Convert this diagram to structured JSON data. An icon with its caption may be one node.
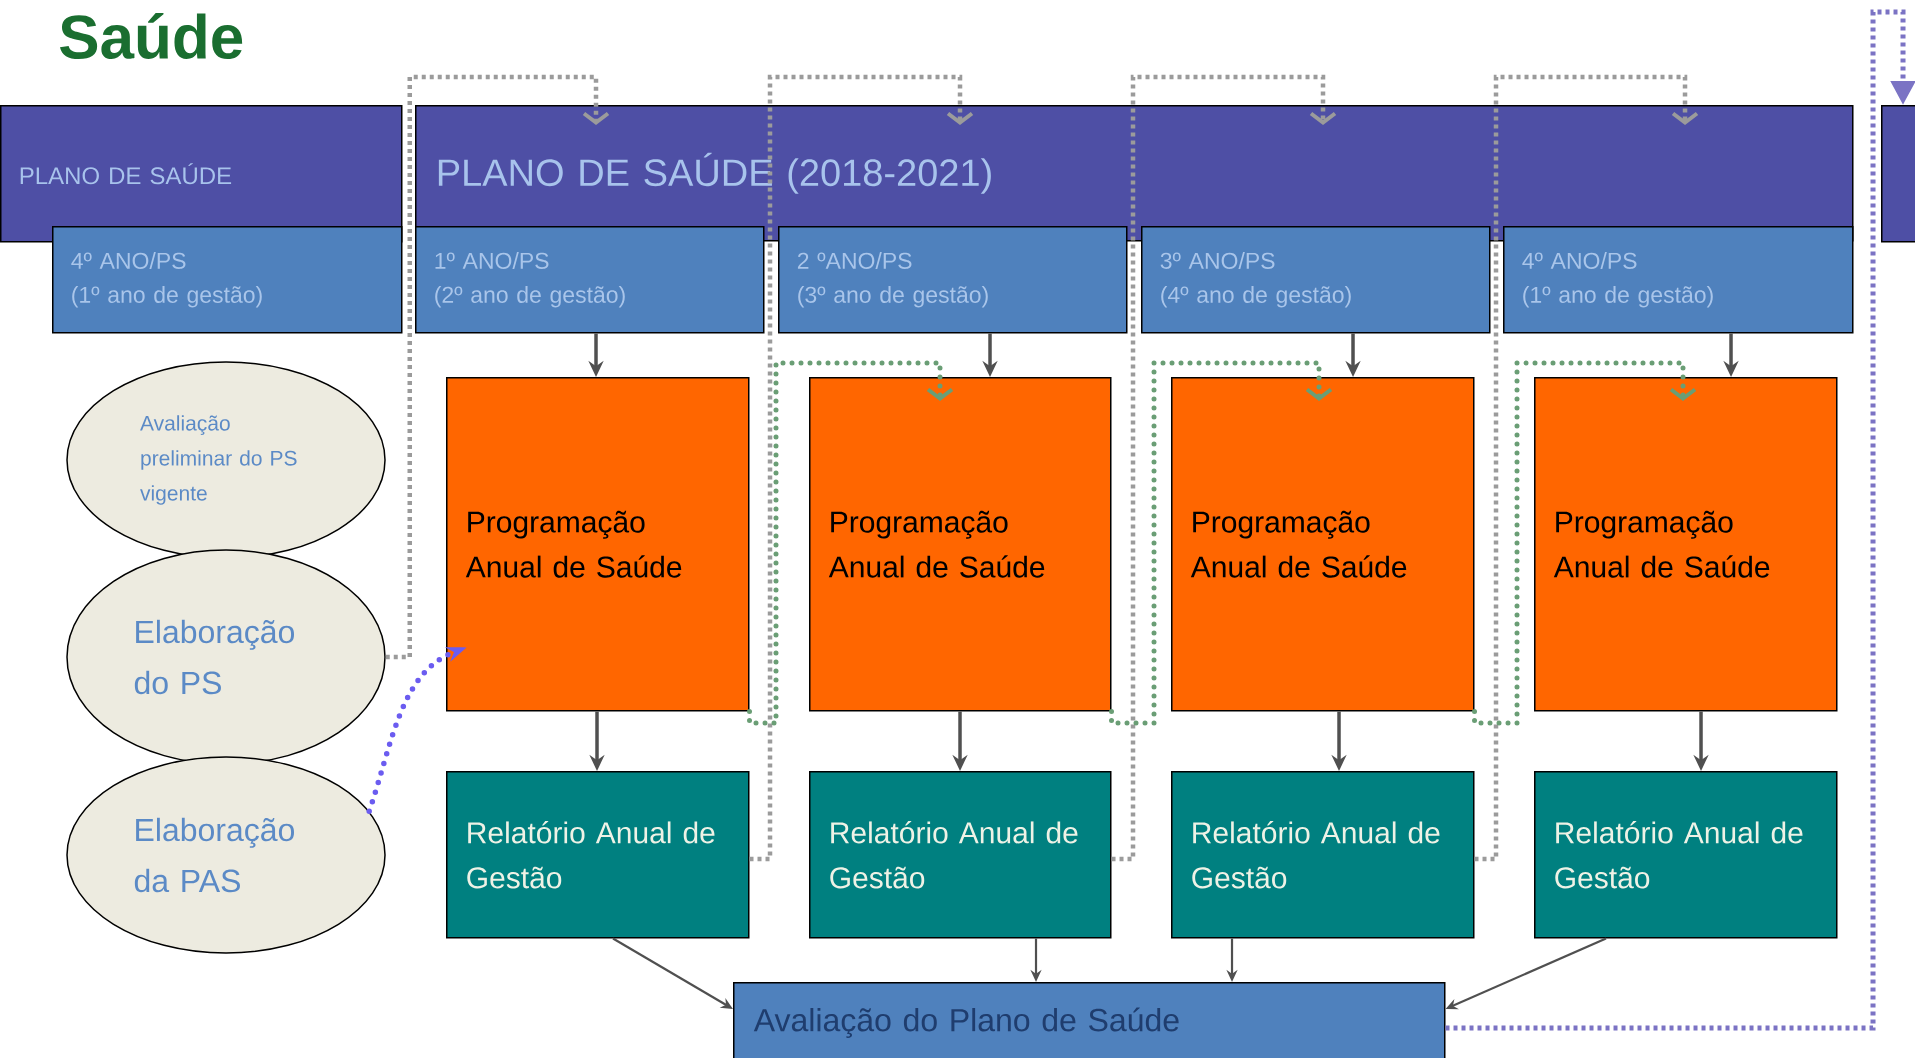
{
  "diagram": {
    "title": "Saúde",
    "nodes": [
      {
        "text": [
          "PLANO DE SAÚDE"
        ]
      },
      {
        "text": [
          "PLANO DE SAÚDE (2018-2021)"
        ]
      },
      {
        "text": [],
        "shape": "box"
      },
      {
        "text": [
          "4º ANO/PS",
          "(1º ano de gestão)"
        ]
      },
      {
        "text": [
          "1º ANO/PS",
          "(2º ano de gestão)"
        ]
      },
      {
        "text": [
          "2 ºANO/PS",
          "(3º ano de gestão)"
        ]
      },
      {
        "text": [
          "3º ANO/PS",
          "(4º ano de gestão)"
        ]
      },
      {
        "text": [
          "4º ANO/PS",
          "(1º ano de gestão)"
        ]
      },
      {
        "text": [
          "Avaliação preliminar do PS vigente"
        ]
      },
      {
        "text": [
          "Elaboração do PS"
        ]
      },
      {
        "text": [
          "Elaboração da PAS"
        ]
      },
      {
        "text": [
          "Programação Anual de Saúde"
        ]
      },
      {
        "text": [
          "Programação Anual de Saúde"
        ]
      },
      {
        "text": [
          "Programação Anual de Saúde"
        ]
      },
      {
        "text": [
          "Programação Anual de Saúde"
        ]
      },
      {
        "text": [
          "Relatório Anual de Gestão"
        ]
      },
      {
        "text": [
          "Relatório Anual de Gestão"
        ]
      },
      {
        "text": [
          "Relatório Anual de Gestão"
        ]
      },
      {
        "text": [
          "Relatório Anual de Gestão"
        ]
      },
      {
        "text": [
          "Avaliação do Plano de Saúde"
        ]
      }
    ],
    "edges": [
      {
        "from": 4,
        "to": 11,
        "arrow": "to"
      },
      {
        "from": 5,
        "to": 12,
        "arrow": "to"
      },
      {
        "from": 6,
        "to": 13,
        "arrow": "to"
      },
      {
        "from": 7,
        "to": 14,
        "arrow": "to"
      },
      {
        "from": 11,
        "to": 15,
        "arrow": "to"
      },
      {
        "from": 12,
        "to": 16,
        "arrow": "to"
      },
      {
        "from": 13,
        "to": 17,
        "arrow": "to"
      },
      {
        "from": 14,
        "to": 18,
        "arrow": "to"
      },
      {
        "from": 15,
        "to": 19,
        "arrow": "to"
      },
      {
        "from": 16,
        "to": 19,
        "arrow": "to"
      },
      {
        "from": 17,
        "to": 19,
        "arrow": "to"
      },
      {
        "from": 18,
        "to": 19,
        "arrow": "to"
      },
      {
        "from": 9,
        "to": 1,
        "arrow": "to",
        "style": "dashed",
        "color": "#9b9b9b"
      },
      {
        "from": 15,
        "to": 1,
        "arrow": "to",
        "style": "dashed",
        "color": "#9b9b9b"
      },
      {
        "from": 16,
        "to": 1,
        "arrow": "to",
        "style": "dashed",
        "color": "#9b9b9b"
      },
      {
        "from": 17,
        "to": 1,
        "arrow": "to",
        "style": "dashed",
        "color": "#9b9b9b"
      },
      {
        "from": 11,
        "to": 12,
        "arrow": "to",
        "style": "dashed",
        "color": "#6a9e75"
      },
      {
        "from": 12,
        "to": 13,
        "arrow": "to",
        "style": "dashed",
        "color": "#6a9e75"
      },
      {
        "from": 13,
        "to": 14,
        "arrow": "to",
        "style": "dashed",
        "color": "#6a9e75"
      },
      {
        "from": 10,
        "to": 11,
        "arrow": "to",
        "style": "dashed",
        "color": "#6b5cf0"
      },
      {
        "from": 19,
        "to": 2,
        "arrow": "to",
        "style": "dashed",
        "color": "#7b73c4"
      }
    ]
  }
}
